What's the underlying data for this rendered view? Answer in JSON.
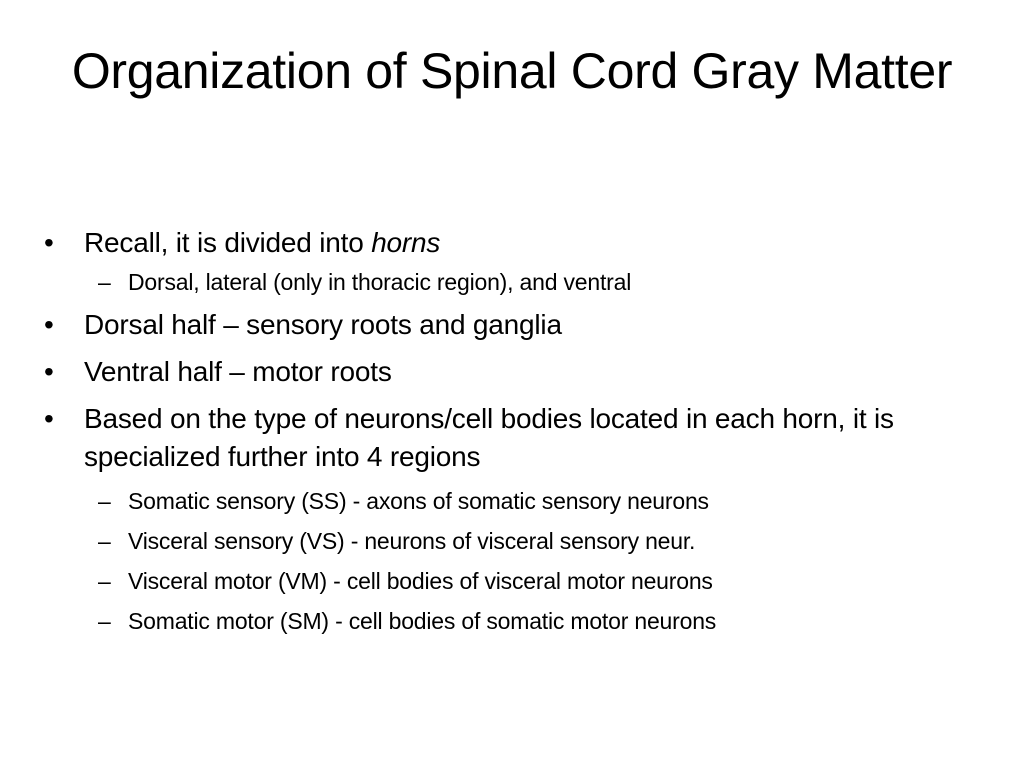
{
  "slide": {
    "title": "Organization of Spinal Cord Gray Matter",
    "markers": {
      "bullet": "•",
      "dash": "–"
    },
    "items": [
      {
        "text": "Recall, it is divided into ",
        "emphasis": "horns",
        "subitems": [
          "Dorsal, lateral (only in thoracic region), and ventral"
        ]
      },
      {
        "text": "Dorsal half – sensory roots and ganglia"
      },
      {
        "text": "Ventral half – motor roots"
      },
      {
        "text": "Based on the type of neurons/cell bodies located in each horn, it is specialized further into 4 regions",
        "subitems": [
          "Somatic sensory (SS) - axons of somatic sensory neurons",
          "Visceral sensory (VS) - neurons of visceral sensory neur.",
          "Visceral motor (VM) - cell bodies of visceral motor neurons",
          " Somatic motor (SM) - cell bodies of somatic motor neurons"
        ]
      }
    ]
  }
}
